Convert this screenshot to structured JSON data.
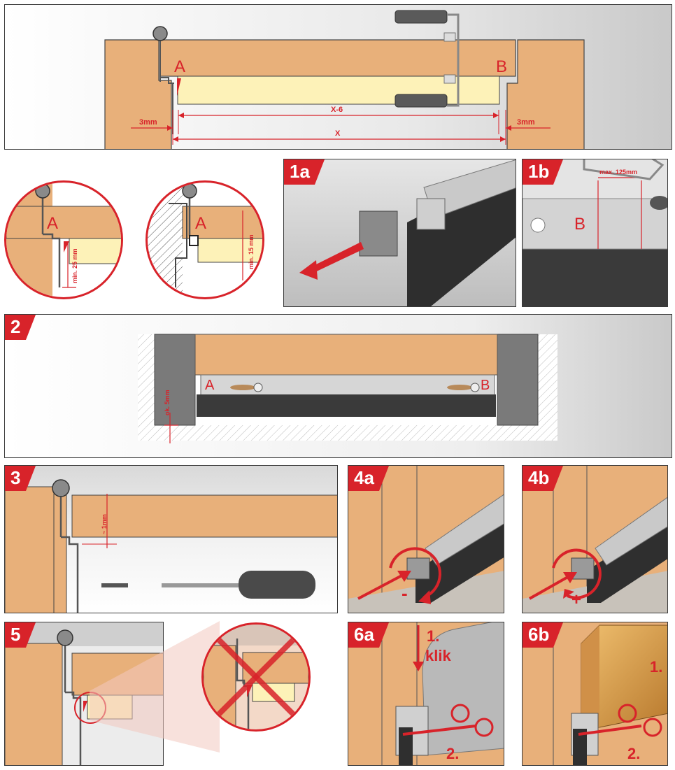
{
  "top": {
    "label_a": "A",
    "label_b": "B",
    "dim_x6": "X-6",
    "dim_x": "X",
    "gap_left": "3mm",
    "gap_right": "3mm"
  },
  "detail_left": {
    "label": "A",
    "dim": "min. 25 mm"
  },
  "detail_right": {
    "label": "A",
    "dim": "min. 15 mm"
  },
  "step_1a": {
    "tag": "1a"
  },
  "step_1b": {
    "tag": "1b",
    "label": "B",
    "dim": "max. 125mm"
  },
  "step_2": {
    "tag": "2",
    "label_a": "A",
    "label_b": "B",
    "dim": "ok. 5mm"
  },
  "step_3": {
    "tag": "3",
    "dim": "~ 1mm"
  },
  "step_4a": {
    "tag": "4a",
    "sign": "-"
  },
  "step_4b": {
    "tag": "4b",
    "sign": "+"
  },
  "step_5": {
    "tag": "5"
  },
  "step_6a": {
    "tag": "6a",
    "step1": "1.",
    "klik": "klik",
    "step2": "2."
  },
  "step_6b": {
    "tag": "6b",
    "step1": "1.",
    "step2": "2."
  },
  "colors": {
    "accent": "#d8232a",
    "wood": "#e8b07a",
    "seal": "#fdf2b8",
    "dark": "#3a3a3a"
  }
}
